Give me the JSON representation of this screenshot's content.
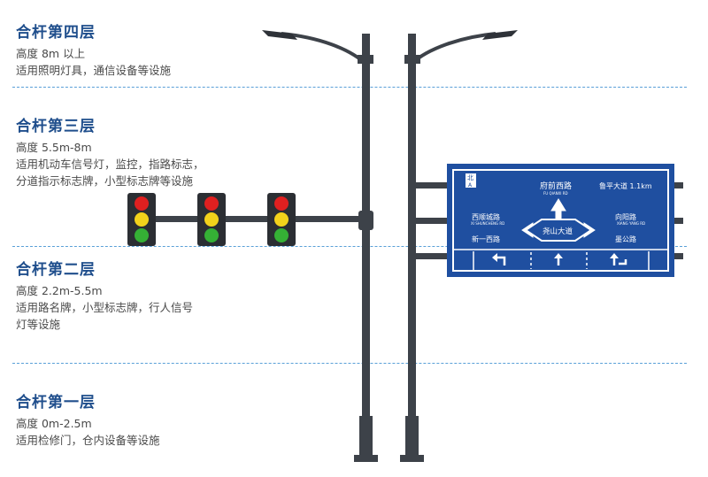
{
  "layers": [
    {
      "title": "合杆第四层",
      "lines": [
        "高度 8m 以上",
        "适用照明灯具，通信设备等设施"
      ]
    },
    {
      "title": "合杆第三层",
      "lines": [
        "高度 5.5m-8m",
        "适用机动车信号灯，监控，指路标志，",
        "分道指示标志牌，小型标志牌等设施"
      ]
    },
    {
      "title": "合杆第二层",
      "lines": [
        "高度 2.2m-5.5m",
        "适用路名牌，小型标志牌，行人信号",
        "灯等设施"
      ]
    },
    {
      "title": "合杆第一层",
      "lines": [
        "高度 0m-2.5m",
        "适用检修门，仓内设备等设施"
      ]
    }
  ],
  "sign": {
    "north": "北",
    "north_sub": "A",
    "top_road": "府前西路",
    "top_road_sub": "FU QIANXI RD",
    "right_top": "鲁平大道 1.1km",
    "left_road": "西顺城路",
    "left_road_sub": "XI SHUNCHENG RD",
    "right_road": "向阳路",
    "right_road_sub": "XIANG YANG RD",
    "center_road": "尧山大道",
    "bottom_left": "新一西路",
    "bottom_right": "墨公路"
  },
  "colors": {
    "title": "#1f4e8c",
    "divider": "#5aa0d8",
    "pole": "#3d4249",
    "sign_bg": "#1f4fa0",
    "red": "#e02020",
    "yellow": "#f2d21b",
    "green": "#35b035"
  }
}
